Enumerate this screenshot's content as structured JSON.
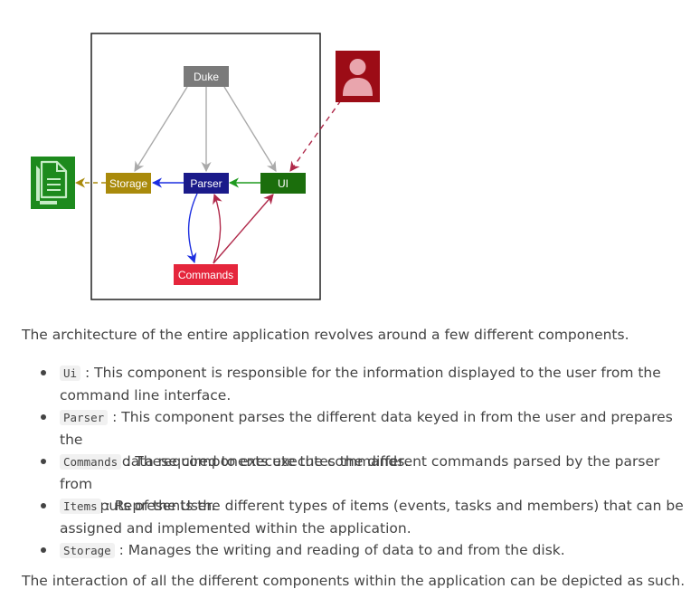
{
  "diagram": {
    "nodes": {
      "duke": {
        "label": "Duke",
        "color": "#7a7a7a"
      },
      "storage": {
        "label": "Storage",
        "color": "#a98a0b"
      },
      "parser": {
        "label": "Parser",
        "color": "#1a1a8a"
      },
      "ui": {
        "label": "UI",
        "color": "#1b6e0c"
      },
      "commands": {
        "label": "Commands",
        "color": "#e5263c"
      }
    },
    "actor_icon": "user-icon",
    "actor_color": "#9c0c16",
    "storage_icon": "document-icon",
    "storage_icon_color": "#1d8a1d"
  },
  "text": {
    "intro": "The architecture of the entire application revolves around a few different components.",
    "items": [
      {
        "code": "Ui",
        "line1": " : This component is responsible for the information displayed to the user from the",
        "line2": "command line interface."
      },
      {
        "code": "Parser",
        "line1": " : This component parses the different data keyed in from the user and prepares the",
        "line2": "relevant data required to execute the commands."
      },
      {
        "code": "Commands",
        "line1": " : These components executes the different commands parsed by the parser from",
        "line2": "the inputs of the User."
      },
      {
        "code": "Items",
        "line1": " : Represents the different types of items (events, tasks and members) that can be",
        "line2": "assigned and implemented within the application."
      },
      {
        "code": "Storage",
        "line1": " : Manages the writing and reading of data to and from the disk.",
        "line2": ""
      }
    ],
    "outro": "The interaction of all the different components within the application can be depicted as such."
  }
}
